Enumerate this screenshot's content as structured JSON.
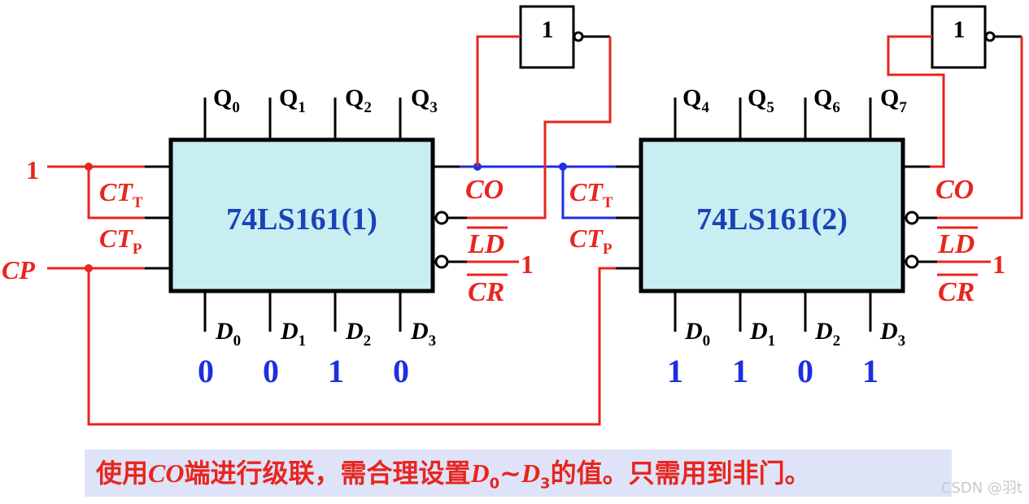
{
  "chip1": {
    "name": "74LS161(1)",
    "outputs": [
      "Q",
      "Q",
      "Q",
      "Q"
    ],
    "output_sub": [
      "0",
      "1",
      "2",
      "3"
    ],
    "inputs": [
      "D",
      "D",
      "D",
      "D"
    ],
    "input_sub": [
      "0",
      "1",
      "2",
      "3"
    ],
    "input_values": [
      "0",
      "0",
      "1",
      "0"
    ]
  },
  "chip2": {
    "name": "74LS161(2)",
    "outputs": [
      "Q",
      "Q",
      "Q",
      "Q"
    ],
    "output_sub": [
      "4",
      "5",
      "6",
      "7"
    ],
    "inputs": [
      "D",
      "D",
      "D",
      "D"
    ],
    "input_sub": [
      "0",
      "1",
      "2",
      "3"
    ],
    "input_values": [
      "1",
      "1",
      "0",
      "1"
    ]
  },
  "pins": {
    "ct": "CT",
    "t": "T",
    "p": "P",
    "co": "CO",
    "ld": "LD",
    "cr": "CR",
    "cp": "CP",
    "one": "1"
  },
  "gate_label": "1",
  "caption": {
    "pre": "使用",
    "co": "CO",
    "mid": "端进行级联，需合理设置",
    "d": "D",
    "s0": "0",
    "tilde": "~",
    "s3": "3",
    "post": "的值。只需用到非门。"
  },
  "watermark": "CSDN @羽t",
  "colors": {
    "wire_red": "#e8251e",
    "wire_blue": "#1d2fe0",
    "chip_fill": "#c8eef2",
    "caption_bg": "#dfe3f7"
  }
}
